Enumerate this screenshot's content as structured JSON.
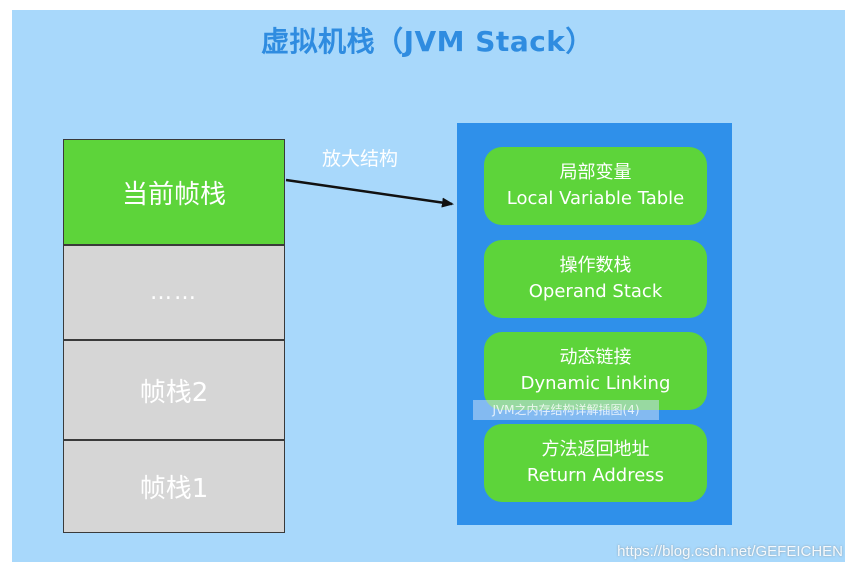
{
  "title": "虚拟机栈（JVM Stack）",
  "frames": {
    "current": "当前帧栈",
    "dots": "……",
    "frame2": "帧栈2",
    "frame1": "帧栈1"
  },
  "zoom_label": "放大结构",
  "parts": [
    {
      "cn": "局部变量",
      "en": "Local Variable Table"
    },
    {
      "cn": "操作数栈",
      "en": "Operand Stack"
    },
    {
      "cn": "动态链接",
      "en": "Dynamic Linking"
    },
    {
      "cn": "方法返回地址",
      "en": "Return Address"
    }
  ],
  "watermarks": {
    "center": "JVM之内存结构详解插图(4)",
    "url": "https://blog.csdn.net/GEFEICHEN"
  },
  "colors": {
    "background": "#a8d8fb",
    "title": "#2f8ce0",
    "green": "#5dd43a",
    "gray": "#d6d6d6",
    "blue_box": "#2f90ea"
  }
}
